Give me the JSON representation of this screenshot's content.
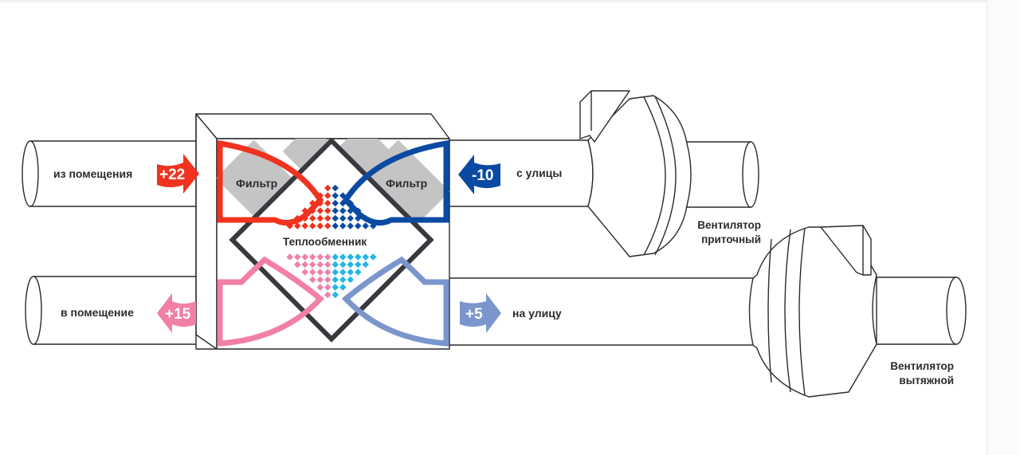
{
  "diagram": {
    "title": "Приточно-вытяжная установка с рекуператором",
    "colors": {
      "warm_exhaust": "#f0321e",
      "cold_intake": "#0b4aa2",
      "supply": "#f27fa6",
      "exhaust_out": "#7b96cc",
      "exchanger_frame": "#38383f",
      "filter": "#c4c4c4",
      "dots_supply_light": "#22b5e8",
      "outline": "#2a2a2a"
    },
    "flows": [
      {
        "id": "from-room",
        "label": "из помещения",
        "value": "+22",
        "direction": "right",
        "color_key": "warm_exhaust"
      },
      {
        "id": "from-street",
        "label": "с улицы",
        "value": "-10",
        "direction": "left",
        "color_key": "cold_intake"
      },
      {
        "id": "to-room",
        "label": "в помещение",
        "value": "+15",
        "direction": "left",
        "color_key": "supply"
      },
      {
        "id": "to-street",
        "label": "на улицу",
        "value": "+5",
        "direction": "right",
        "color_key": "exhaust_out"
      }
    ],
    "components": {
      "filter_left": "Фильтр",
      "filter_right": "Фильтр",
      "heat_exchanger": "Теплообменник",
      "supply_fan_line1": "Вентилятор",
      "supply_fan_line2": "приточный",
      "exhaust_fan_line1": "Вентилятор",
      "exhaust_fan_line2": "вытяжной"
    }
  }
}
